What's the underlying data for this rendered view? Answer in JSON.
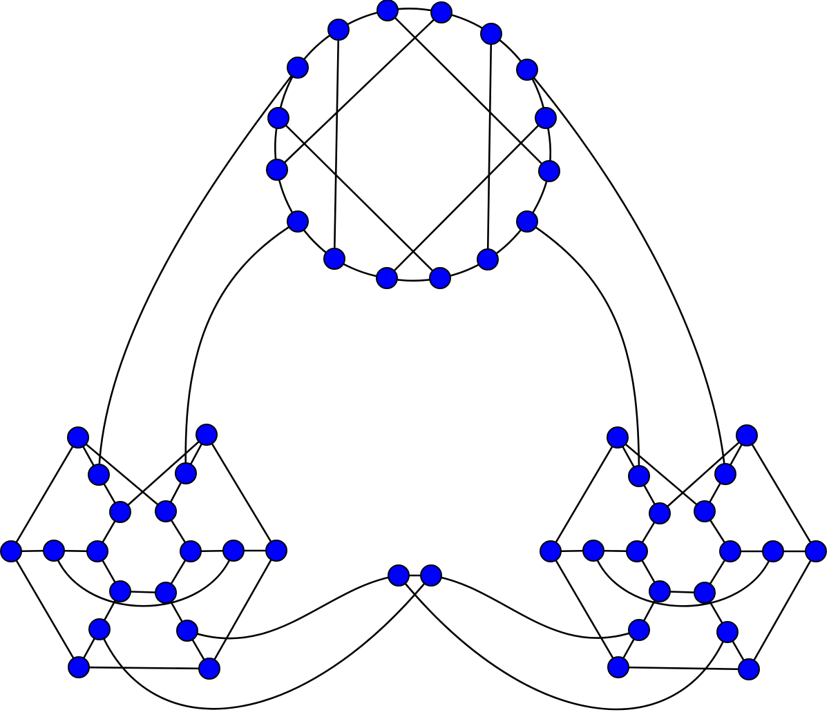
{
  "graph": {
    "node_color": "#0000ff",
    "edge_color": "#000000",
    "nodes": [
      "t0",
      "t1",
      "t2",
      "t3",
      "t4",
      "t5",
      "t6",
      "t7",
      "t8",
      "t9",
      "t10",
      "t11",
      "t12",
      "t13",
      "t14",
      "t15",
      "La",
      "Lb",
      "Lc",
      "Ld",
      "Le",
      "Lf",
      "Lg",
      "Lh",
      "Li",
      "Lj",
      "Lk",
      "Ll",
      "Lm",
      "Ln",
      "Lo",
      "Lp",
      "Lq",
      "Lr",
      "Ra",
      "Rb",
      "Rc",
      "Rd",
      "Re",
      "Rf",
      "Rg",
      "Rh",
      "Ri",
      "Rj",
      "Rk",
      "Rl",
      "Rm",
      "Rn",
      "Ro",
      "Rp",
      "Rq",
      "Rr",
      "u",
      "v"
    ],
    "edges": [
      [
        "t0",
        "t1"
      ],
      [
        "t1",
        "t2"
      ],
      [
        "t2",
        "t3"
      ],
      [
        "t3",
        "t4"
      ],
      [
        "t4",
        "t5"
      ],
      [
        "t5",
        "t6"
      ],
      [
        "t6",
        "t7"
      ],
      [
        "t7",
        "t8"
      ],
      [
        "t8",
        "t9"
      ],
      [
        "t9",
        "t10"
      ],
      [
        "t10",
        "t11"
      ],
      [
        "t11",
        "t12"
      ],
      [
        "t12",
        "t13"
      ],
      [
        "t13",
        "t14"
      ],
      [
        "t14",
        "t15"
      ],
      [
        "t15",
        "t0"
      ],
      [
        "t15",
        "t10"
      ],
      [
        "t2",
        "t7"
      ],
      [
        "t0",
        "t5"
      ],
      [
        "t1",
        "t12"
      ],
      [
        "t13",
        "t8"
      ],
      [
        "t4",
        "t9"
      ],
      [
        "t14",
        "Lc"
      ],
      [
        "t11",
        "Ld"
      ],
      [
        "t3",
        "Rd"
      ],
      [
        "t6",
        "Rc"
      ],
      [
        "La",
        "Lg"
      ],
      [
        "La",
        "Lc"
      ],
      [
        "La",
        "Lf"
      ],
      [
        "Lb",
        "Ll"
      ],
      [
        "Lb",
        "Ld"
      ],
      [
        "Lb",
        "Le"
      ],
      [
        "Lc",
        "Le"
      ],
      [
        "Ld",
        "Lf"
      ],
      [
        "Le",
        "Li"
      ],
      [
        "Lf",
        "Lj"
      ],
      [
        "Lg",
        "Lh"
      ],
      [
        "Lh",
        "Li"
      ],
      [
        "Lj",
        "Lk"
      ],
      [
        "Lk",
        "Ll"
      ],
      [
        "Li",
        "Lm"
      ],
      [
        "Lj",
        "Ln"
      ],
      [
        "Lm",
        "Ln"
      ],
      [
        "Lm",
        "Lo"
      ],
      [
        "Ln",
        "Lp"
      ],
      [
        "Lo",
        "Lq"
      ],
      [
        "Lp",
        "Lr"
      ],
      [
        "Lq",
        "Lr"
      ],
      [
        "Lg",
        "Lq"
      ],
      [
        "Ll",
        "Lr"
      ],
      [
        "Lh",
        "Lk"
      ],
      [
        "Ra",
        "Rg"
      ],
      [
        "Ra",
        "Rc"
      ],
      [
        "Ra",
        "Rf"
      ],
      [
        "Rb",
        "Rl"
      ],
      [
        "Rb",
        "Rd"
      ],
      [
        "Rb",
        "Re"
      ],
      [
        "Rc",
        "Re"
      ],
      [
        "Rd",
        "Rf"
      ],
      [
        "Re",
        "Ri"
      ],
      [
        "Rf",
        "Rj"
      ],
      [
        "Rg",
        "Rh"
      ],
      [
        "Rh",
        "Ri"
      ],
      [
        "Rj",
        "Rk"
      ],
      [
        "Rk",
        "Rl"
      ],
      [
        "Ri",
        "Rm"
      ],
      [
        "Rj",
        "Rn"
      ],
      [
        "Rm",
        "Rn"
      ],
      [
        "Rm",
        "Ro"
      ],
      [
        "Rn",
        "Rp"
      ],
      [
        "Ro",
        "Rq"
      ],
      [
        "Rp",
        "Rr"
      ],
      [
        "Rq",
        "Rr"
      ],
      [
        "Rg",
        "Rq"
      ],
      [
        "Rl",
        "Rr"
      ],
      [
        "Rh",
        "Rk"
      ],
      [
        "u",
        "v"
      ],
      [
        "u",
        "Lp"
      ],
      [
        "Lo",
        "v"
      ],
      [
        "v",
        "Ro"
      ],
      [
        "u",
        "Rp"
      ]
    ]
  }
}
